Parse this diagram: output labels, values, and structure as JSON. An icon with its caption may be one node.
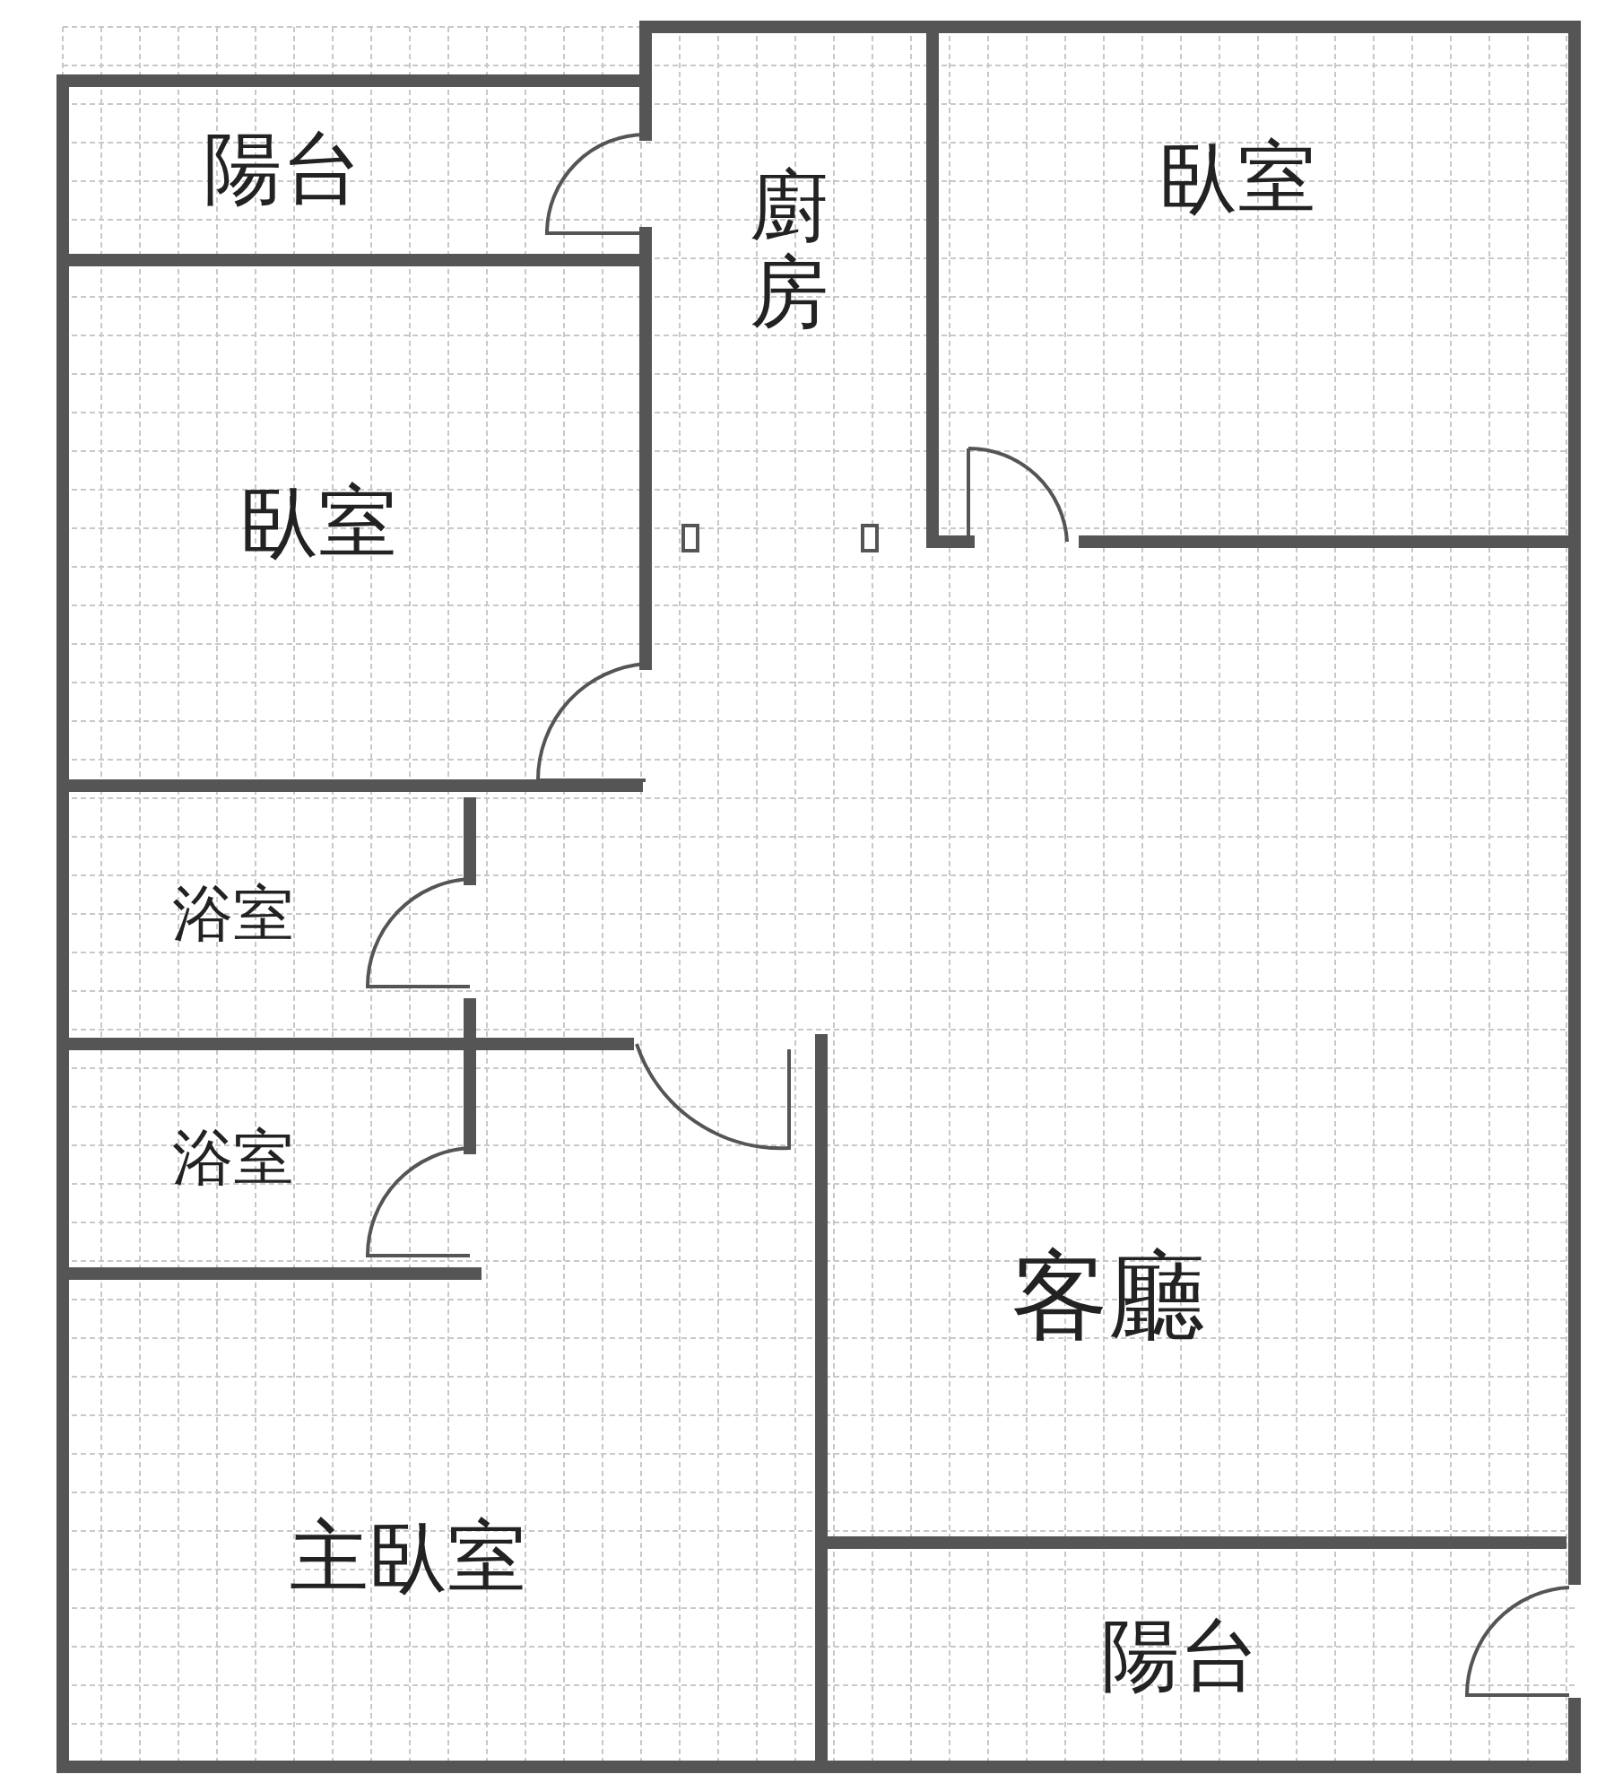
{
  "diagram": {
    "nodes": [
      {
        "text": [
          "陽台"
        ]
      },
      {
        "text": [
          "廚房"
        ]
      },
      {
        "text": [
          "臥室"
        ]
      },
      {
        "text": [
          "臥室"
        ]
      },
      {
        "text": [
          "浴室"
        ]
      },
      {
        "text": [
          "浴室"
        ]
      },
      {
        "text": [
          "客廳"
        ]
      },
      {
        "text": [
          "主臥室"
        ]
      },
      {
        "text": [
          "陽台"
        ]
      }
    ]
  }
}
